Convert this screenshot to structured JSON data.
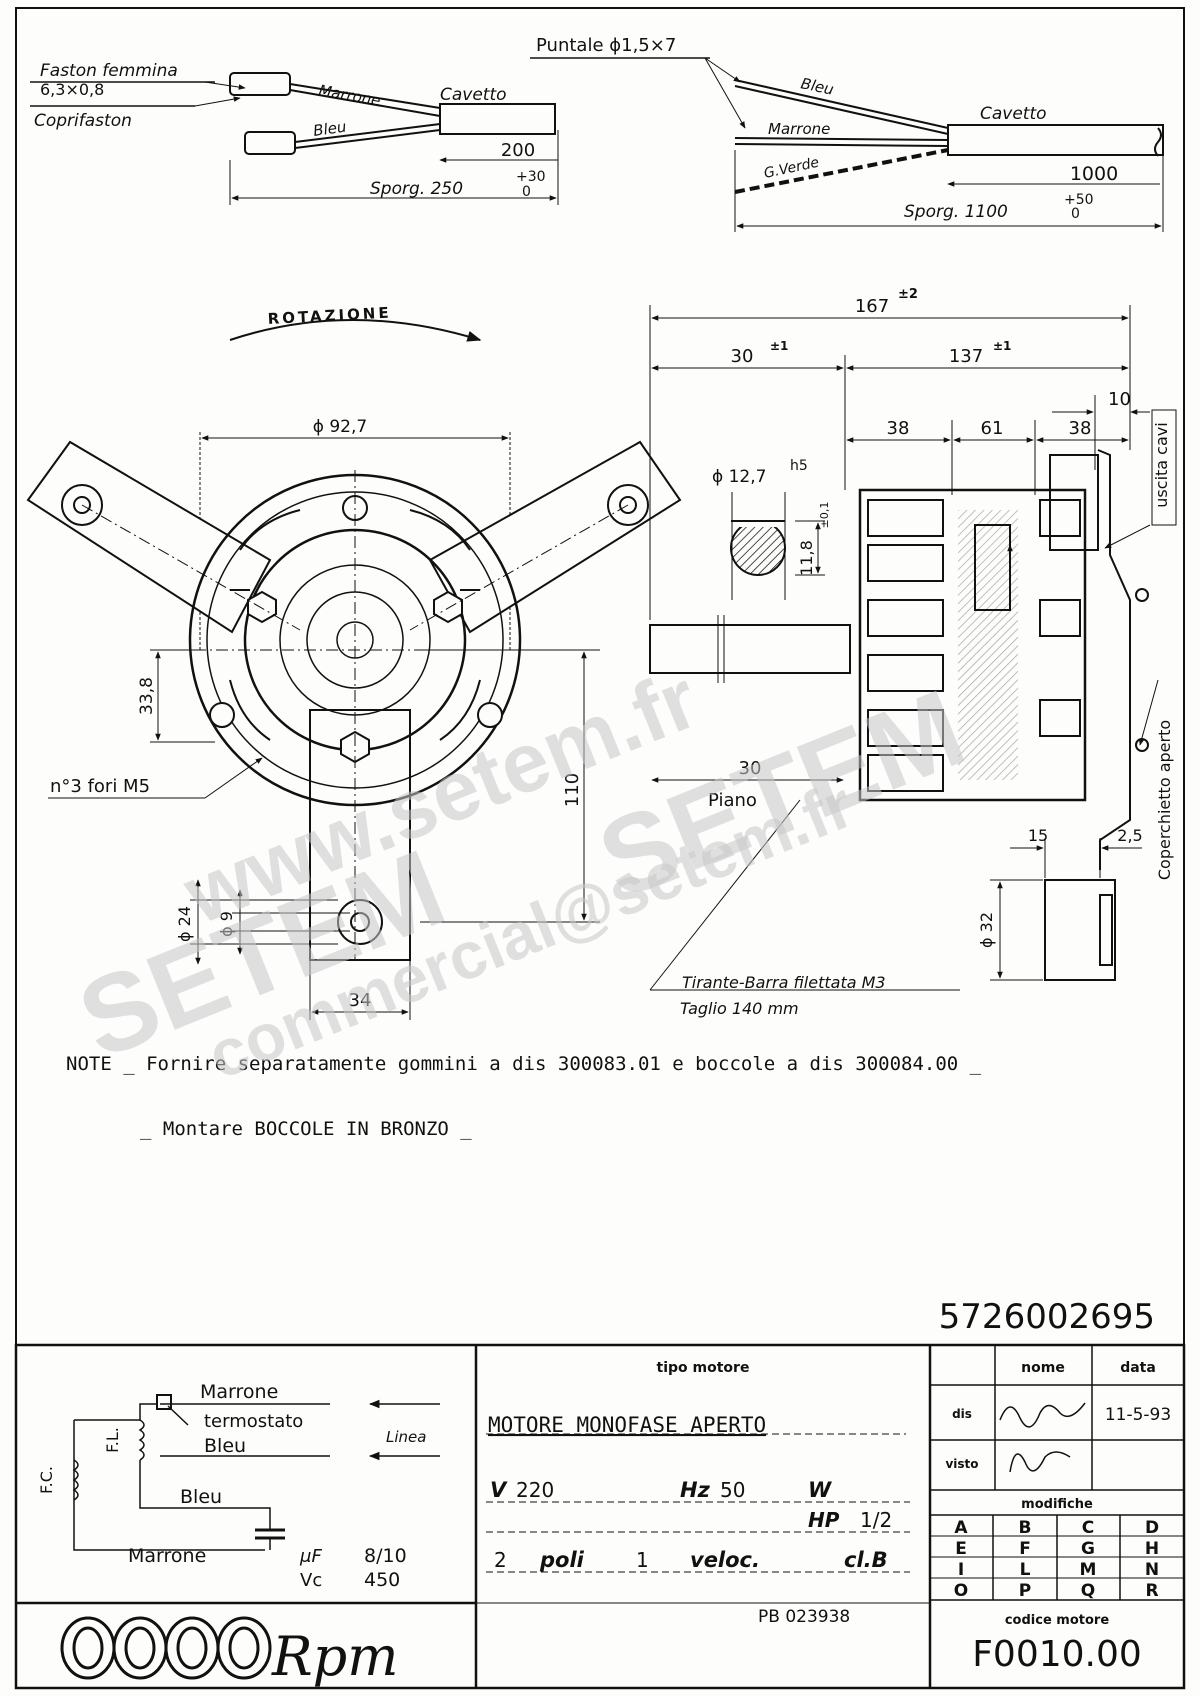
{
  "colors": {
    "ink": "#111111",
    "paper": "#fdfdfc",
    "watermark": "#c8c8c8"
  },
  "cable_left": {
    "faston": "Faston femmina",
    "faston_size": "6,3×0,8",
    "coprifaston": "Coprifaston",
    "wire_1": "Marrone",
    "wire_2": "Bleu",
    "cable": "Cavetto",
    "length": "200",
    "sporg": "Sporg. 250",
    "tol_plus": "+30",
    "tol_minus": "0"
  },
  "cable_right": {
    "puntale": "Puntale ϕ1,5×7",
    "wire_1": "Bleu",
    "wire_2": "Marrone",
    "wire_3": "G.Verde",
    "cable": "Cavetto",
    "length": "1000",
    "sporg": "Sporg. 1100",
    "tol_plus": "+50",
    "tol_minus": "0"
  },
  "front_view": {
    "rotation": "ROTAZIONE",
    "dia": "ϕ 92,7",
    "dim_33": "33,8",
    "holes": "n°3 fori  M5",
    "dim_110": "110",
    "dia_24": "ϕ 24",
    "dia_9": "ϕ 9",
    "dim_34": "34"
  },
  "side_view": {
    "overall": "167",
    "overall_tol": "±2",
    "shaft_len": "30",
    "shaft_tol": "±1",
    "body_len": "137",
    "body_tol": "±1",
    "seg_1": "38",
    "seg_2": "61",
    "seg_3": "38",
    "offset": "10",
    "shaft_dia": "ϕ 12,7",
    "shaft_fit": "h5",
    "flat_tol": "±0,1",
    "flat": "11,8",
    "flat_len": "30",
    "piano": "Piano",
    "uscita": "uscita cavi",
    "coperchietto": "Coperchietto aperto",
    "dim_15": "15",
    "dim_25": "2,5",
    "dia_32": "ϕ 32",
    "tirante": "Tirante-Barra filettata M3",
    "taglio": "Taglio 140 mm"
  },
  "notes": {
    "line_1": "NOTE _ Fornire separatamente gommini a dis 300083.01 e boccole a dis 300084.00 _",
    "line_2": "_ Montare BOCCOLE IN BRONZO _"
  },
  "part_number": "5726002695",
  "wiring": {
    "marrone_top": "Marrone",
    "termostato": "termostato",
    "bleu_top": "Bleu",
    "linea": "Linea",
    "fl": "F.L.",
    "fc": "F.C.",
    "bleu_mid": "Bleu",
    "marrone_bot": "Marrone",
    "uf": "μF",
    "uf_val": "8/10",
    "vc": "Vc",
    "vc_val": "450"
  },
  "motor": {
    "tipo_label": "tipo motore",
    "name": "MOTORE  MONOFASE  APERTO",
    "v_label": "V",
    "v": "220",
    "hz_label": "Hz",
    "hz": "50",
    "w_label": "W",
    "hp_label": "HP",
    "hp": "1/2",
    "poles_n": "2",
    "poles_label": "poli",
    "speed_n": "1",
    "speed_label": "veloc.",
    "class": "cl.B"
  },
  "pb_code": "PB 023938",
  "logo_text": "Rpm",
  "signoff": {
    "nome": "nome",
    "data": "data",
    "dis": "dis",
    "visto": "visto",
    "date": "11-5-93",
    "modifiche": "modifiche",
    "letters": [
      "A",
      "B",
      "C",
      "D",
      "E",
      "F",
      "G",
      "H",
      "I",
      "L",
      "M",
      "N",
      "O",
      "P",
      "Q",
      "R"
    ]
  },
  "codice_label": "codice motore",
  "codice": "F0010.00",
  "watermarks": {
    "url": "www.setem.fr",
    "mail": "commercial@setem.fr",
    "brand": "SETEM"
  }
}
